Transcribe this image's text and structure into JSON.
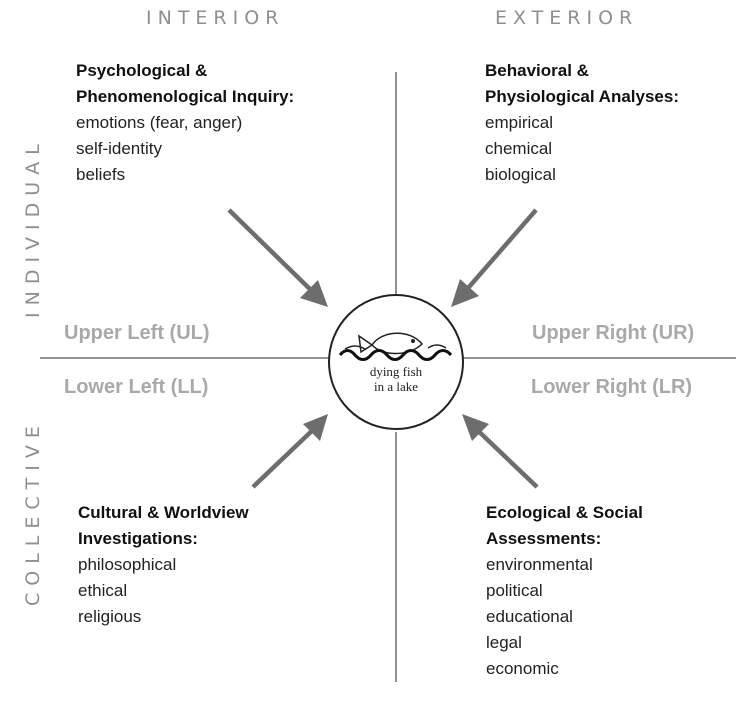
{
  "headers": {
    "left": "INTERIOR",
    "right": "EXTERIOR"
  },
  "side_labels": {
    "top": "INDIVIDUAL",
    "bottom": "COLLECTIVE"
  },
  "quadrant_labels": {
    "upper_left": "Upper Left (UL)",
    "upper_right": "Upper Right (UR)",
    "lower_left": "Lower Left (LL)",
    "lower_right": "Lower Right (LR)"
  },
  "quadrants": {
    "upper_left": {
      "title_lines": [
        "Psychological &",
        "Phenomenological Inquiry:"
      ],
      "items": [
        "emotions (fear, anger)",
        "self-identity",
        "beliefs"
      ]
    },
    "upper_right": {
      "title_lines": [
        "Behavioral &",
        "Physiological Analyses:"
      ],
      "items": [
        "empirical",
        "chemical",
        "biological"
      ]
    },
    "lower_left": {
      "title_lines": [
        "Cultural & Worldview",
        "Investigations:"
      ],
      "items": [
        "philosophical",
        "ethical",
        "religious"
      ]
    },
    "lower_right": {
      "title_lines": [
        "Ecological & Social",
        "Assessments:"
      ],
      "items": [
        "environmental",
        "political",
        "educational",
        "legal",
        "economic"
      ]
    }
  },
  "center": {
    "lines": [
      "dying fish",
      "in a lake"
    ],
    "icon": "fish-in-water-icon"
  },
  "colors": {
    "axis": "#555555",
    "arrow": "#6d6d6d",
    "header": "#8f8f8f",
    "quadrant_label": "#a9a9a9"
  }
}
